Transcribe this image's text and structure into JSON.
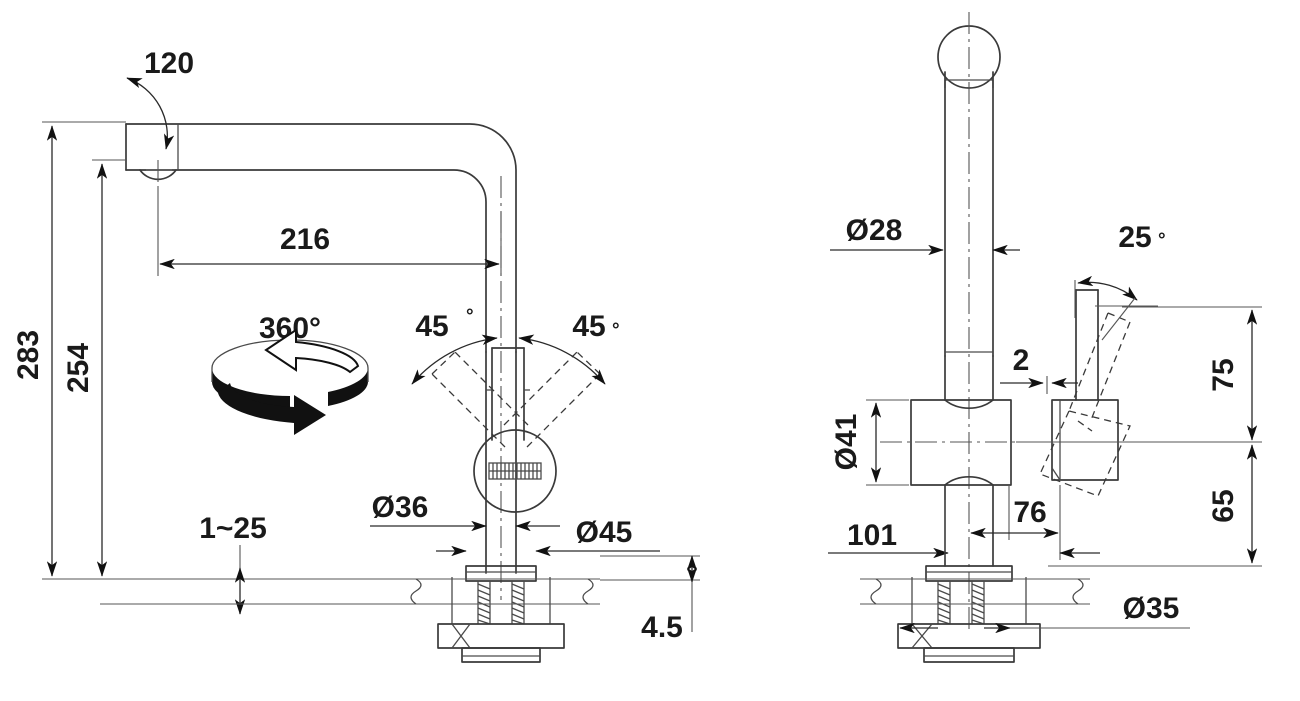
{
  "document": {
    "type": "technical-drawing",
    "subject": "Kitchen mixer tap dimensional drawing",
    "views": [
      "front-view",
      "side-view"
    ],
    "units": "mm",
    "line_color": "#3a3a3a",
    "text_color": "#1a1a1a",
    "background": "#ffffff"
  },
  "front_view": {
    "name": "front-view",
    "dimensions": {
      "spout_swivel_note": "120",
      "spout_reach": "216",
      "total_height": "283",
      "spout_height": "254",
      "rotation": "360°",
      "handle_left_angle": "45°",
      "handle_right_angle": "45°",
      "countertop_thickness": "1~25",
      "body_diameter": "Ø36",
      "base_diameter": "Ø45",
      "base_plate_thickness": "4.5"
    }
  },
  "side_view": {
    "name": "side-view",
    "dimensions": {
      "spout_tube_diameter": "Ø28",
      "lever_tilt_angle": "25°",
      "handle_gap": "2",
      "body_diameter": "Ø41",
      "handle_height_upper": "75",
      "handle_height_lower": "65",
      "base_to_front": "101",
      "body_to_lever": "76",
      "hole_diameter": "Ø35"
    }
  },
  "labels": [
    {
      "id": "d-120",
      "text": "120"
    },
    {
      "id": "d-216",
      "text": "216"
    },
    {
      "id": "d-283",
      "text": "283"
    },
    {
      "id": "d-254",
      "text": "254"
    },
    {
      "id": "d-360",
      "text": "360°"
    },
    {
      "id": "d-45-left",
      "text": "45°"
    },
    {
      "id": "d-45-right",
      "text": "45°"
    },
    {
      "id": "d-1-25",
      "text": "1~25"
    },
    {
      "id": "d-36",
      "text": "Ø36"
    },
    {
      "id": "d-45dia",
      "text": "Ø45"
    },
    {
      "id": "d-45thick",
      "text": "4.5"
    },
    {
      "id": "d-28",
      "text": "Ø28"
    },
    {
      "id": "d-25deg",
      "text": "25°"
    },
    {
      "id": "d-2",
      "text": "2"
    },
    {
      "id": "d-41",
      "text": "Ø41"
    },
    {
      "id": "d-75",
      "text": "75"
    },
    {
      "id": "d-65",
      "text": "65"
    },
    {
      "id": "d-101",
      "text": "101"
    },
    {
      "id": "d-76",
      "text": "76"
    },
    {
      "id": "d-35",
      "text": "Ø35"
    }
  ]
}
